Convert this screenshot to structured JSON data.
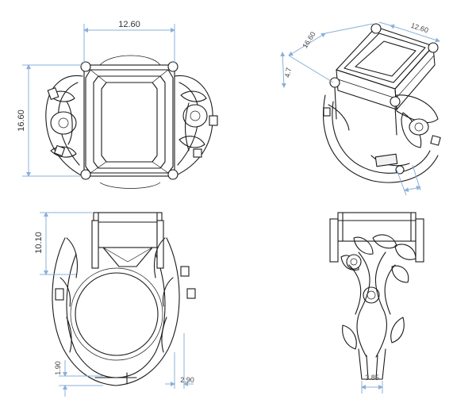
{
  "dimensions": {
    "top_view_width": "12.60",
    "top_view_height": "16.60",
    "iso_length": "16.60",
    "iso_width": "12.60",
    "iso_height": "4.7",
    "front_height": "10.10",
    "front_band_bottom": "1.90",
    "front_band_side": "2.90",
    "side_band_width": "3.85"
  },
  "colors": {
    "line": "#1a1a1a",
    "dimension_line": "#8ab0d8",
    "background": "#ffffff"
  }
}
